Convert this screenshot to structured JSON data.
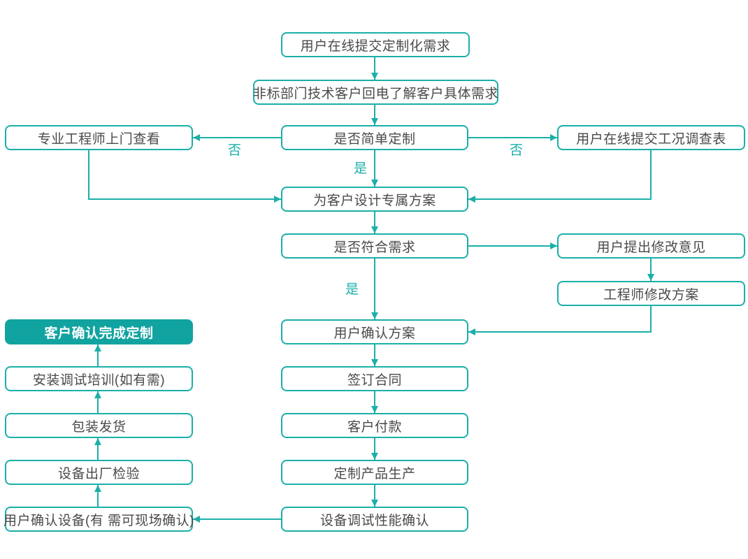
{
  "diagram": {
    "type": "flowchart",
    "accent_color": "#1BAFA9",
    "fill_color": "#11A3A0",
    "text_color": "#4A4A4A",
    "nodes": {
      "online_submit": "用户在线提交定制化需求",
      "callback": "非标部门技术客户回电了解客户具体需求",
      "onsite_visit": "专业工程师上门查看",
      "simple_decision": "是否简单定制",
      "survey_form": "用户在线提交工况调查表",
      "design_plan": "为客户设计专属方案",
      "meets_decision": "是否符合需求",
      "feedback": "用户提出修改意见",
      "revise_plan": "工程师修改方案",
      "confirm_plan": "用户确认方案",
      "complete": "客户确认完成定制",
      "training": "安装调试培训(如有需)",
      "contract": "签订合同",
      "shipping": "包装发货",
      "payment": "客户付款",
      "inspection": "设备出厂检验",
      "production": "定制产品生产",
      "device_confirm": "用户确认设备(有 需可现场确认)",
      "debug_confirm": "设备调试性能确认"
    },
    "edge_labels": {
      "no_left": "否",
      "no_right": "否",
      "yes_top": "是",
      "yes_mid": "是"
    }
  }
}
